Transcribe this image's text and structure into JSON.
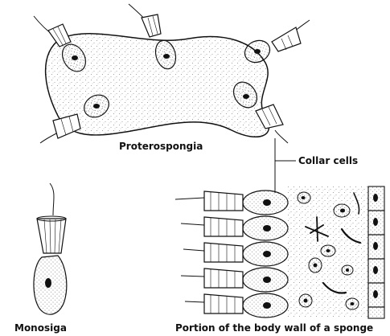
{
  "labels": {
    "proterospongia": "Proterospongia",
    "collar_cells": "Collar cells",
    "monosiga": "Monosiga",
    "body_wall": "Portion of the body wall of a sponge"
  },
  "colors": {
    "ink": "#111111",
    "stipple": "#9a9a9a",
    "background": "#ffffff"
  }
}
